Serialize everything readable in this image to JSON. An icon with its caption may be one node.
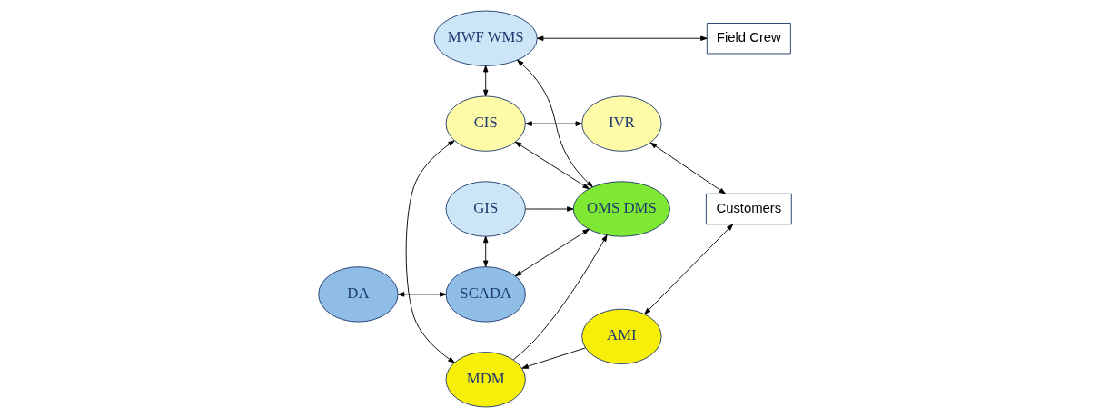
{
  "diagram": {
    "nodes": [
      {
        "text": [
          "MWF WMS"
        ]
      },
      {
        "text": [
          "Field Crew"
        ]
      },
      {
        "text": [
          "GIS"
        ]
      },
      {
        "text": [
          "OMS DMS"
        ]
      },
      {
        "text": [
          "CIS"
        ]
      },
      {
        "text": [
          "IVR"
        ]
      },
      {
        "text": [
          "Customers"
        ]
      },
      {
        "text": [
          "DA"
        ]
      },
      {
        "text": [
          "SCADA"
        ]
      },
      {
        "text": [
          "MDM"
        ]
      },
      {
        "text": [
          "AMI"
        ]
      }
    ],
    "edges": [
      {
        "from": 0,
        "to": 1,
        "arrow": "both"
      },
      {
        "from": 3,
        "to": 0,
        "arrow": "both"
      },
      {
        "from": 0,
        "to": 4,
        "arrow": "both"
      },
      {
        "from": 2,
        "to": 3,
        "arrow": "to"
      },
      {
        "from": 3,
        "to": 4,
        "arrow": "both"
      },
      {
        "from": 4,
        "to": 5,
        "arrow": "both"
      },
      {
        "from": 2,
        "to": 8,
        "arrow": "both"
      },
      {
        "from": 8,
        "to": 3,
        "arrow": "both"
      },
      {
        "from": 7,
        "to": 8,
        "arrow": "both"
      },
      {
        "from": 4,
        "to": 9,
        "arrow": "both"
      },
      {
        "from": 9,
        "to": 3,
        "arrow": "to"
      },
      {
        "from": 5,
        "to": 6,
        "arrow": "both"
      },
      {
        "from": 10,
        "to": 6,
        "arrow": "both"
      },
      {
        "from": 10,
        "to": 9,
        "arrow": "to"
      }
    ]
  }
}
